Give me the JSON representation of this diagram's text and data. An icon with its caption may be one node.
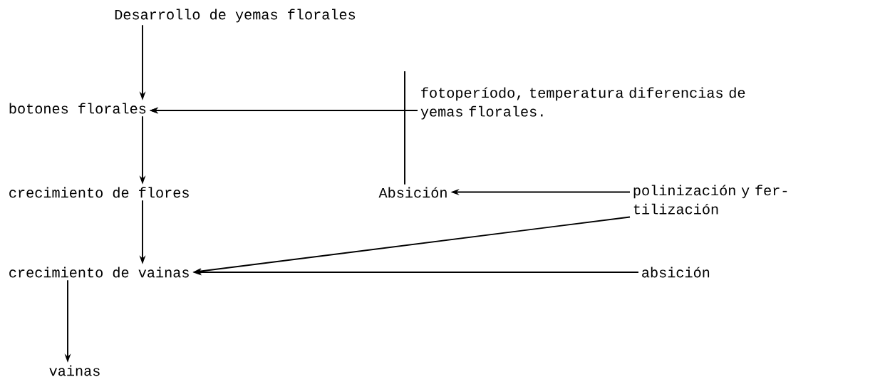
{
  "diagram": {
    "nodes": [
      {
        "text": [
          "Desarrollo de yemas florales"
        ]
      },
      {
        "text": [
          "botones florales"
        ]
      },
      {
        "text": [
          "crecimiento de flores"
        ]
      },
      {
        "text": [
          "crecimiento de vainas"
        ]
      },
      {
        "text": [
          "vainas"
        ]
      },
      {
        "text": [
          "fotoperíodo, temperatura diferencias de yemas florales."
        ]
      },
      {
        "text": [
          "Absición"
        ]
      },
      {
        "text": [
          "polinización y fer- tilización"
        ]
      },
      {
        "text": [
          "absición"
        ]
      }
    ],
    "edges": [
      {
        "from": 0,
        "to": 1,
        "arrow": "to"
      },
      {
        "from": 1,
        "to": 2,
        "arrow": "to"
      },
      {
        "from": 2,
        "to": 3,
        "arrow": "to"
      },
      {
        "from": 3,
        "to": 4,
        "arrow": "to"
      },
      {
        "from": 6,
        "to": 1,
        "arrow": "to"
      },
      {
        "from": 5,
        "to": 1,
        "arrow": "to"
      },
      {
        "from": 7,
        "to": 6,
        "arrow": "to"
      },
      {
        "from": 7,
        "to": 3,
        "arrow": "to"
      },
      {
        "from": 8,
        "to": 3,
        "arrow": "to"
      }
    ]
  }
}
